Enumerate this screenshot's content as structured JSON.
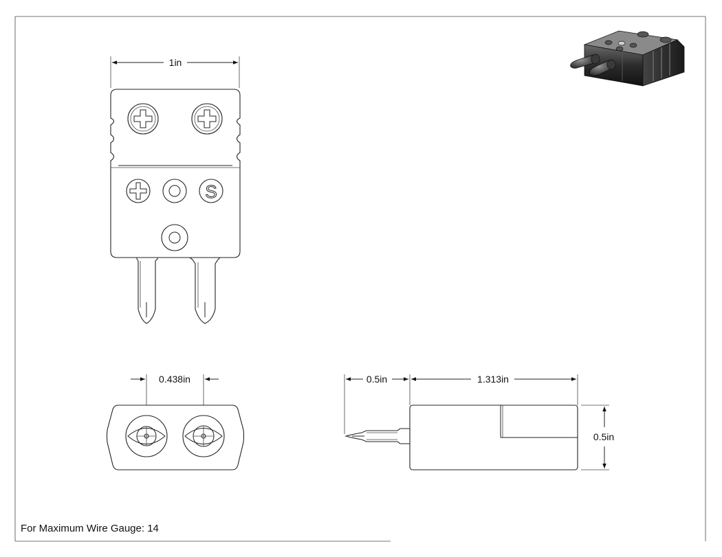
{
  "dimensions": {
    "front_width": "1in",
    "pin_spacing": "0.438in",
    "pin_length": "0.5in",
    "body_length": "1.313in",
    "body_height": "0.5in"
  },
  "footer_note": "For Maximum Wire Gauge: 14",
  "terminal_marks": {
    "positive": "+",
    "neutral": "O",
    "shield": "S"
  },
  "icons": {
    "connector_3d_preview": "thermocouple-connector-icon"
  }
}
